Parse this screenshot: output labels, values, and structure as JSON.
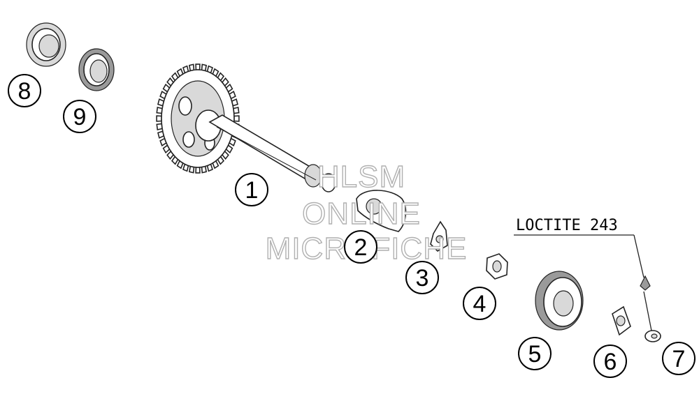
{
  "callouts": [
    {
      "id": "1",
      "label": "1"
    },
    {
      "id": "2",
      "label": "2"
    },
    {
      "id": "3",
      "label": "3"
    },
    {
      "id": "4",
      "label": "4"
    },
    {
      "id": "5",
      "label": "5"
    },
    {
      "id": "6",
      "label": "6"
    },
    {
      "id": "7",
      "label": "7"
    },
    {
      "id": "8",
      "label": "8"
    },
    {
      "id": "9",
      "label": "9"
    }
  ],
  "note": "LOCTITE 243",
  "watermark": [
    "HLSM",
    "ONLINE",
    "MICROFICHE"
  ]
}
